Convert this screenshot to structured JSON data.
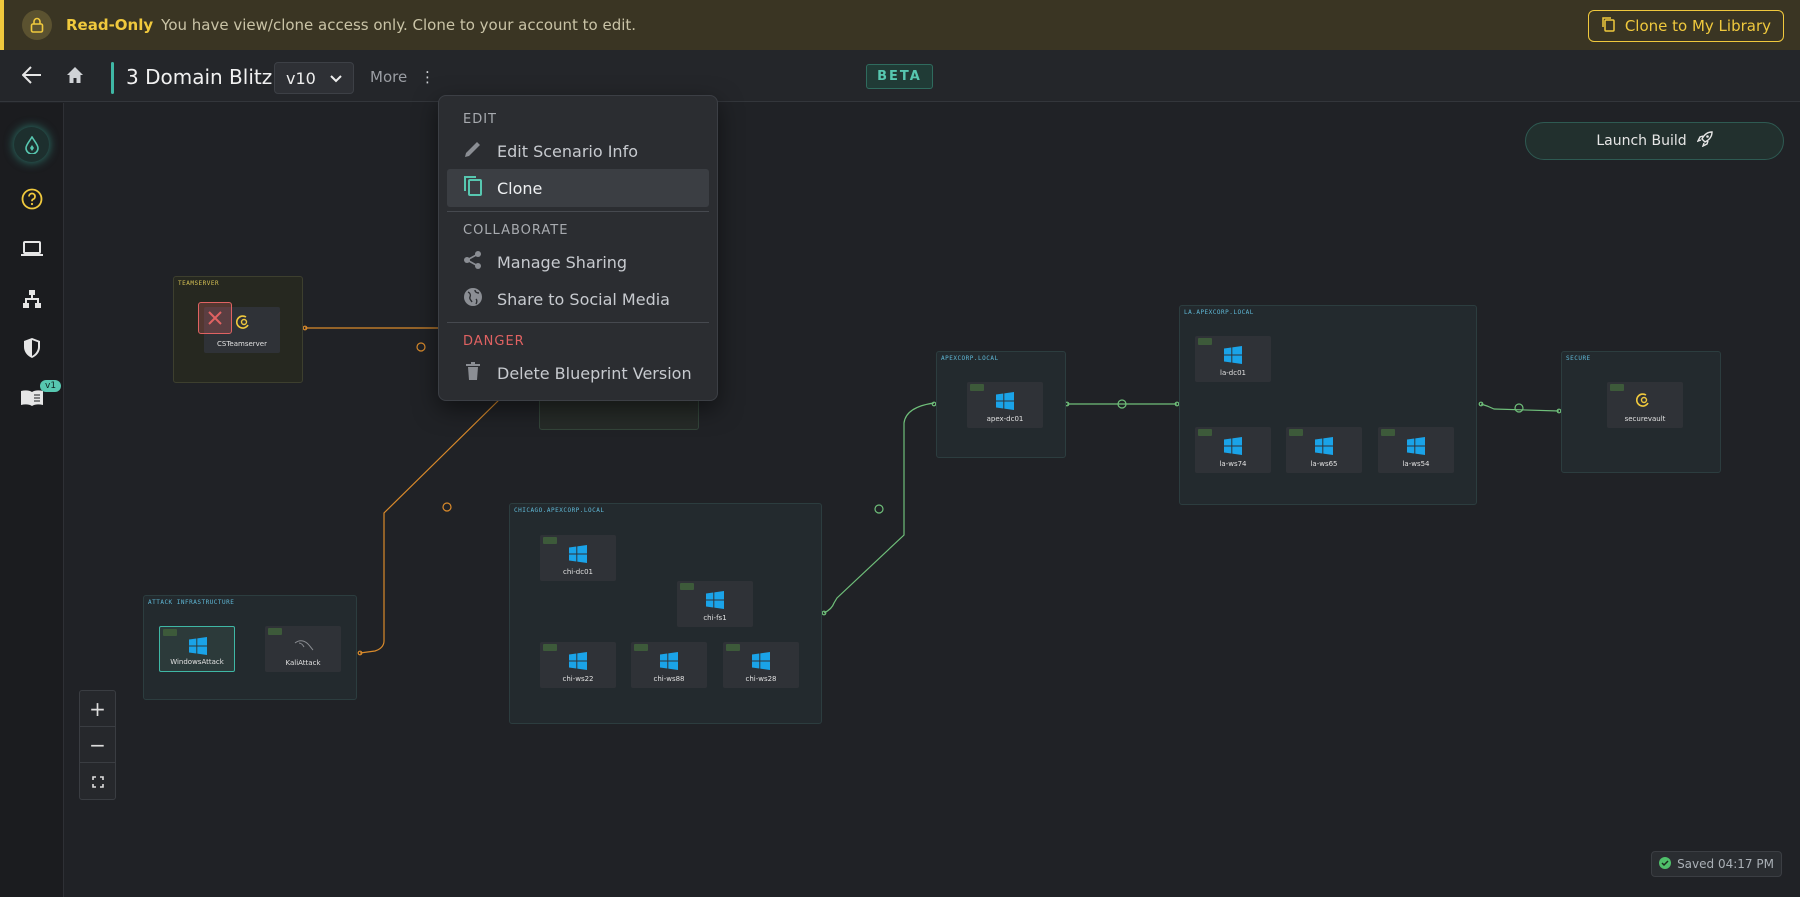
{
  "banner": {
    "badge": "Read-Only",
    "message": "You have view/clone access only. Clone to your account to edit.",
    "clone_label": "Clone to My Library"
  },
  "header": {
    "title": "3 Domain Blitz!",
    "version": "v10",
    "more_label": "More",
    "beta_label": "BETA"
  },
  "sidebar": {
    "badge": "v1"
  },
  "menu": {
    "edit_heading": "EDIT",
    "edit_info": "Edit Scenario Info",
    "clone": "Clone",
    "collab_heading": "COLLABORATE",
    "manage_sharing": "Manage Sharing",
    "share_social": "Share to Social Media",
    "danger_heading": "DANGER",
    "delete_version": "Delete Blueprint Version"
  },
  "launch_label": "Launch Build",
  "saved_label": "Saved 04:17 PM",
  "groups": {
    "teamserver": {
      "label": "TEAMSERVER",
      "node": "CSTeamserver"
    },
    "attack": {
      "label": "ATTACK INFRASTRUCTURE",
      "nodes": [
        "WindowsAttack",
        "KaliAttack"
      ]
    },
    "chicago": {
      "label": "CHICAGO.APEXCORP.LOCAL",
      "nodes": [
        "chi-dc01",
        "chi-fs1",
        "chi-ws22",
        "chi-ws88",
        "chi-ws28"
      ]
    },
    "apex": {
      "label": "APEXCORP.LOCAL",
      "nodes": [
        "apex-dc01"
      ]
    },
    "la": {
      "label": "LA.APEXCORP.LOCAL",
      "nodes": [
        "la-dc01",
        "la-ws74",
        "la-ws65",
        "la-ws54"
      ]
    },
    "secure": {
      "label": "SECURE",
      "nodes": [
        "securevault"
      ]
    }
  },
  "colors": {
    "accent": "#3fb7a5",
    "warning": "#f0c93d",
    "danger": "#e06262",
    "edge_orange": "#d98a2b",
    "edge_green": "#6fbf7a"
  }
}
